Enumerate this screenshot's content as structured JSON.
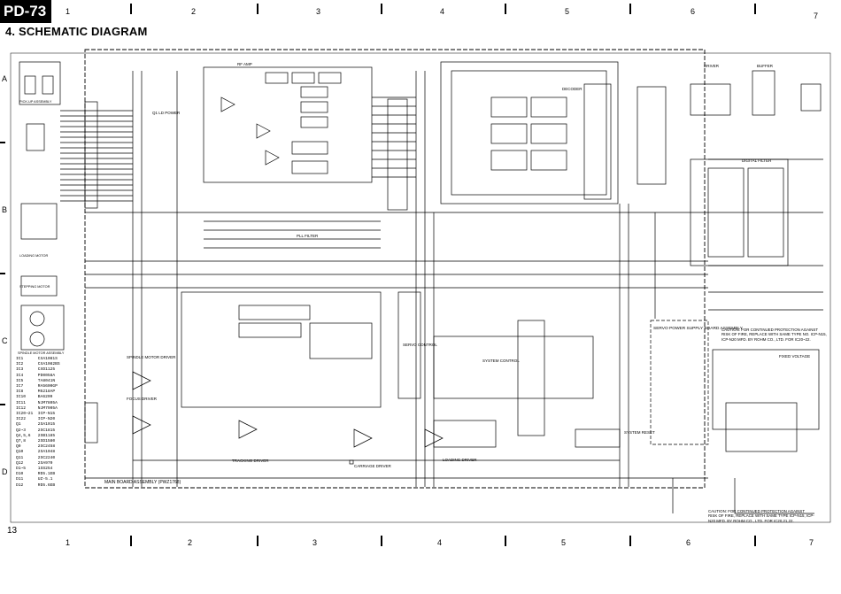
{
  "header": {
    "model": "PD-73",
    "title": "4. SCHEMATIC DIAGRAM"
  },
  "grid": {
    "columns": [
      "1",
      "2",
      "3",
      "4",
      "5",
      "6",
      "7"
    ],
    "rows": [
      "A",
      "B",
      "C",
      "D"
    ]
  },
  "footer": {
    "page_number": "13"
  },
  "blocks": {
    "rf_amp": "RF AMP",
    "ld_power": "Q1 LD POWER",
    "decoder": "DECODER",
    "digital_filter": "DIGITAL FILTER",
    "buffer": "BUFFER",
    "driver": "DRIVER",
    "pll_filter": "PLL FILTER",
    "servo_control": "SERVO CONTROL",
    "system_control": "SYSTEM CONTROL",
    "system_reset": "SYSTEM RESET",
    "tracking_driver": "TRACKING DRIVER",
    "carriage_driver": "CARRIAGE DRIVER",
    "loading_driver": "LOADING DRIVER",
    "spindle_motor_driver": "SPINDLE MOTOR DRIVER",
    "focus_driver": "FOCUS DRIVER",
    "main_board": "MAIN BOARD ASSEMBLY (PWZ1768)",
    "servo_power_supply": "SERVO POWER SUPPLY BOARD ASSEMBLY",
    "fixed_voltage": "FIXED VOLTAGE",
    "pickup_assembly": "PICK-UP ASSEMBLY",
    "stepping_motor": "STEPPING MOTOR",
    "spindle_motor": "SPINDLE MOTOR ASSEMBLY",
    "loading_motor": "LOADING MOTOR"
  },
  "parts": [
    "IC1      CXA1081S",
    "IC2      CXA1082BS",
    "IC3      CXD1125",
    "IC4      PD0058A",
    "IC5      TA8041N",
    "IC7      RA5600GP",
    "IC8      M5218AP",
    "IC10     BA6209",
    "IC11     NJM7805A",
    "IC12     NJM7905A",
    "IC20~21  ICP-N15",
    "IC22     ICP-N20",
    "Q1       2SA1015",
    "Q2~3     2SC1815",
    "Q4,5,6   2SB1185",
    "Q7,8     2SD1580",
    "Q9       2SC2458",
    "Q10      2SA1048",
    "Q11      2SC2240",
    "Q12      2SA970",
    "D1~5     1SS254",
    "D10      RD5.1EB",
    "D11      UZ-5.1",
    "D12      RD5.6EB"
  ],
  "cautions": {
    "right_upper": "CAUTION: FOR CONTINUED PROTECTION AGAINST RISK OF FIRE, REPLACE WITH SAME TYPE NO. ICP-N15, ICP-N20 MFD. BY ROHM CO., LTD. FOR IC20~22.",
    "right_lower": "CAUTION: FOR CONTINUED PROTECTION AGAINST RISK OF FIRE, REPLACE WITH SAME TYPE ICP-N15, ICP-N20 MFD. BY ROHM CO., LTD. FOR IC20,21,22."
  }
}
